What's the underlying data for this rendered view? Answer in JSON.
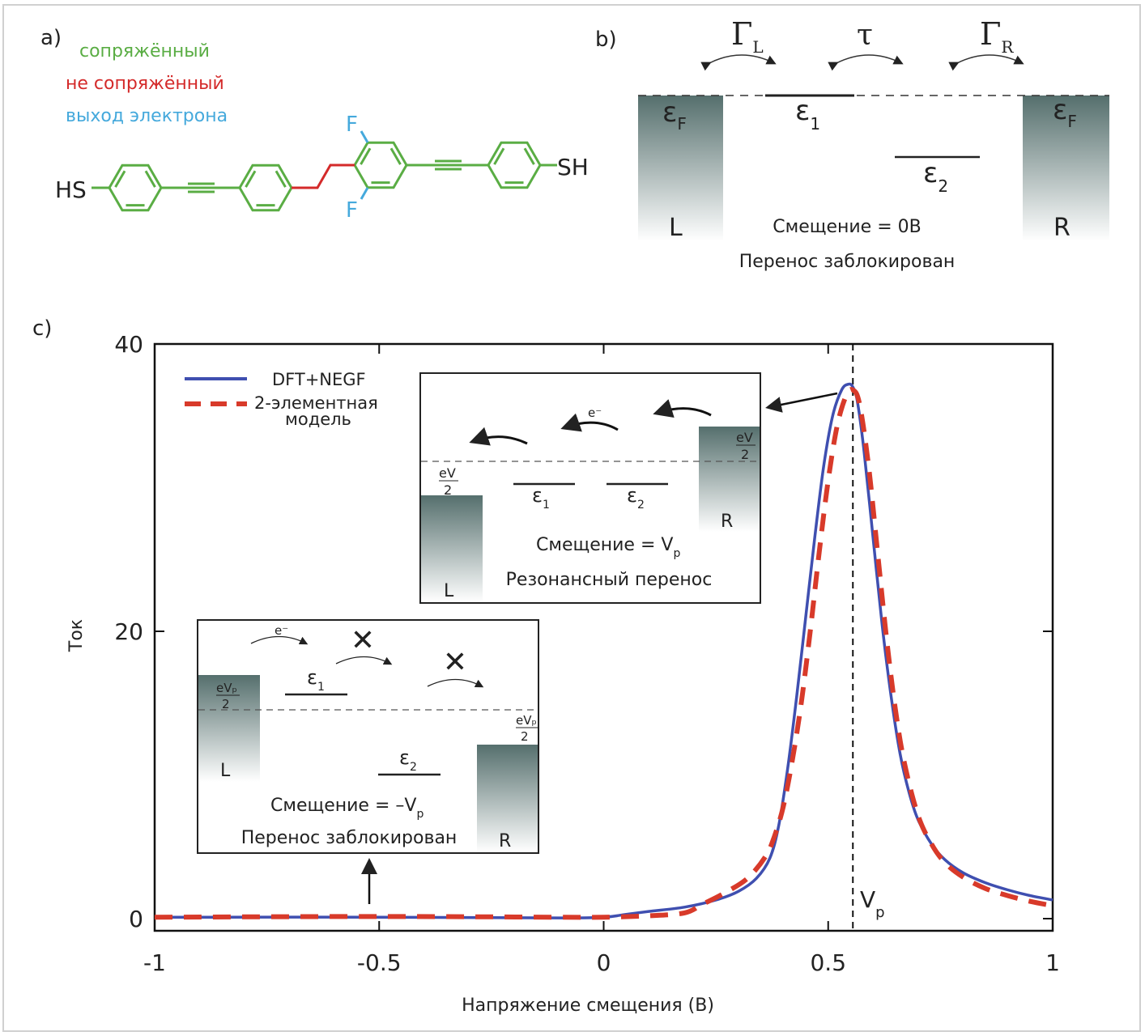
{
  "panel_a": {
    "label": "a)",
    "legend": {
      "conjugated": "сопряжённый",
      "non_conjugated": "не сопряжённый",
      "electron_withdrawing": "выход электрона"
    },
    "atoms": {
      "left_thiol": "HS",
      "right_thiol": "SH",
      "fluorine_top": "F",
      "fluorine_bottom": "F"
    },
    "colors": {
      "conjugated": "#5aad44",
      "non_conjugated": "#d42a2a",
      "electron_withdrawing": "#45a9dc"
    }
  },
  "panel_b": {
    "label": "b)",
    "gamma": "Γ",
    "sub_L": "L",
    "sub_R": "R",
    "tau": "τ",
    "eps": "ε",
    "sub_F": "F",
    "sub_1": "1",
    "sub_2": "2",
    "left": "L",
    "right": "R",
    "bias": "Смещение = 0В",
    "status": "Перенос заблокирован"
  },
  "panel_c_label": "c)",
  "chart_data": {
    "type": "line",
    "xlabel": "Напряжение смещения (В)",
    "ylabel": "Ток",
    "xlim": [
      -1,
      1
    ],
    "ylim": [
      0,
      40
    ],
    "xticks": [
      {
        "v": -1,
        "label": "-1"
      },
      {
        "v": -0.5,
        "label": "-0.5"
      },
      {
        "v": 0,
        "label": "0"
      },
      {
        "v": 0.5,
        "label": "0.5"
      },
      {
        "v": 1,
        "label": "1"
      }
    ],
    "yticks": [
      {
        "v": 0,
        "label": "0"
      },
      {
        "v": 20,
        "label": "20"
      },
      {
        "v": 40,
        "label": "40"
      }
    ],
    "grid": false,
    "legend_position": "top-left",
    "series": [
      {
        "name": "DFT+NEGF",
        "style": "solid",
        "color": "#3f4fb0",
        "x": [
          -1,
          -0.5,
          -0.1,
          0,
          0.05,
          0.1,
          0.18,
          0.25,
          0.3,
          0.34,
          0.37,
          0.39,
          0.41,
          0.43,
          0.45,
          0.47,
          0.49,
          0.51,
          0.53,
          0.545,
          0.555,
          0.565,
          0.58,
          0.6,
          0.62,
          0.64,
          0.66,
          0.68,
          0.7,
          0.73,
          0.76,
          0.8,
          0.85,
          0.9,
          0.95,
          1.0
        ],
        "y": [
          0.1,
          0.1,
          0.05,
          0.1,
          0.3,
          0.5,
          0.8,
          1.3,
          1.9,
          2.8,
          4.2,
          6.5,
          10.5,
          15.5,
          21,
          26.5,
          31.5,
          35,
          36.8,
          37.2,
          37.0,
          36.0,
          32.5,
          26.5,
          20.5,
          15.5,
          11.5,
          8.8,
          6.9,
          5.2,
          4.1,
          3.2,
          2.5,
          2.0,
          1.6,
          1.3
        ]
      },
      {
        "name": "2-элементная модель",
        "style": "dashed",
        "color": "#d83a2a",
        "x": [
          -1,
          -0.5,
          -0.1,
          0,
          0.1,
          0.18,
          0.22,
          0.27,
          0.32,
          0.36,
          0.38,
          0.4,
          0.42,
          0.44,
          0.46,
          0.48,
          0.5,
          0.52,
          0.54,
          0.555,
          0.57,
          0.59,
          0.61,
          0.63,
          0.65,
          0.67,
          0.7,
          0.73,
          0.76,
          0.8,
          0.85,
          0.9,
          0.95,
          1.0
        ],
        "y": [
          0.1,
          0.15,
          0.1,
          0.1,
          0.2,
          0.4,
          1.0,
          1.8,
          2.8,
          4.3,
          5.7,
          7.8,
          11,
          15,
          20,
          25.5,
          30.5,
          34.3,
          36.4,
          36.8,
          35.8,
          31.5,
          25.5,
          19.5,
          14.5,
          10.8,
          7.2,
          5.2,
          3.9,
          2.9,
          2.1,
          1.6,
          1.2,
          0.9
        ]
      }
    ],
    "vline": {
      "x": 0.555,
      "label": "V",
      "sub": "p"
    }
  },
  "inset_resonant": {
    "electron": "e⁻",
    "half_bias_num": "eV",
    "half_bias_den": "2",
    "eps": "ε",
    "sub_1": "1",
    "sub_2": "2",
    "left": "L",
    "right": "R",
    "bias": "Смещение = V",
    "bias_sub": "p",
    "status": "Резонансный перенос"
  },
  "inset_blocked": {
    "electron": "e⁻",
    "blocked_mark": "✕",
    "half_bias_num": "eVₚ",
    "half_bias_den": "2",
    "eps": "ε",
    "sub_1": "1",
    "sub_2": "2",
    "left": "L",
    "right": "R",
    "bias": "Смещение = –V",
    "bias_sub": "p",
    "status": "Перенос заблокирован"
  }
}
